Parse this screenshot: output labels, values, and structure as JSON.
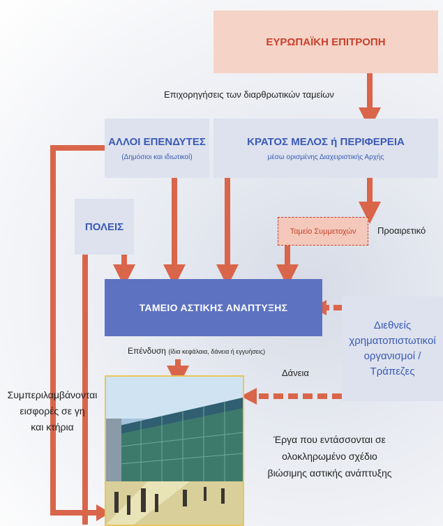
{
  "european_commission": "ΕΥΡΩΠΑΪΚΗ ΕΠΙΤΡΟΠΗ",
  "subsidies_label": "Επιχορηγήσεις των διαρθρωτικών ταμείων",
  "other_investors": {
    "title": "ΑΛΛΟΙ ΕΠΕΝΔΥΤΕΣ",
    "subtitle": "(Δημόσιοι και ιδιωτικοί)"
  },
  "member_state": {
    "title": "ΚΡΑΤΟΣ ΜΕΛΟΣ ή ΠΕΡΙΦΕΡΕΙΑ",
    "subtitle": "μέσω ορισμένης Διαχειριστικής Αρχής"
  },
  "cities": "ΠΟΛΕΙΣ",
  "participation_fund": "Ταμείο Συμμετοχών",
  "optional_label": "Προαιρετικό",
  "urban_fund": "ΤΑΜΕΙΟ ΑΣΤΙΚΗΣ ΑΝΑΠΤΥΞΗΣ",
  "intl_institutions": [
    "Διεθνείς",
    "χρηματοπιστωτικοί",
    "οργανισμοί /",
    "Τράπεζες"
  ],
  "investment_label": "Επένδυση",
  "investment_detail": "(ίδια κεφάλαια, δάνεια ή εγγυήσεις)",
  "loans_label": "Δάνεια",
  "contributions": [
    "Συμπεριλαμβάνονται",
    "εισφορές σε γη",
    "και κτήρια"
  ],
  "projects": [
    "Έργα που εντάσσονται σε",
    "ολοκληρωμένο σχέδιο",
    "βιώσιμης αστικής ανάπτυξης"
  ],
  "colors": {
    "arrow": "#d9654a",
    "box_light": "#dde2ee",
    "fund_blue": "#5d72c1",
    "text_blue": "#3b59b5",
    "text_red": "#c8402c"
  }
}
